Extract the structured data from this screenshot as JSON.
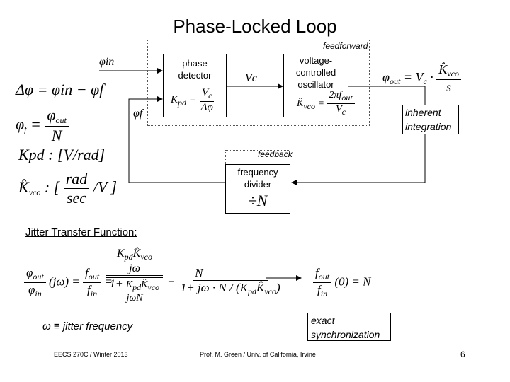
{
  "title": "Phase-Locked Loop",
  "labels": {
    "feedforward": "feedforward",
    "feedback": "feedback",
    "phi_in": "φin",
    "phi_f": "φf",
    "vc": "Vc"
  },
  "blocks": {
    "phase_detector": {
      "label": "phase detector",
      "formula": "Kpd = Vc / Δφ"
    },
    "vco": {
      "label": "voltage-controlled oscillator",
      "formula": "Kvco = 2πfout / Vc"
    },
    "divider": {
      "label": "frequency divider",
      "symbol": "÷N"
    }
  },
  "equations": {
    "delta_phi": "Δφ = φin − φf",
    "phi_f": "φf = φout / N",
    "kpd_units": "Kpd : [V/rad]",
    "kvco_units": "Kvco : [rad/sec / V]",
    "phi_out": "φout = Vc · Kvco / s"
  },
  "notes": {
    "inherent_integration": "inherent integration",
    "jitter_tf": "Jitter Transfer Function:",
    "omega": "ω ≡ jitter frequency",
    "exact_sync": "exact synchronization"
  },
  "transfer_function": {
    "lhs": "φout/φin (jω) = fout/fin",
    "mid": "(Kpd Kvco / jω) / (1 + Kpd Kvco / jωN)",
    "rhs": "N / (1 + jω N/(Kpd Kvco))",
    "result": "fout/fin (0) = N"
  },
  "footer": {
    "course": "EECS 270C / Winter 2013",
    "author": "Prof. M. Green / Univ. of California, Irvine",
    "page": "6"
  }
}
